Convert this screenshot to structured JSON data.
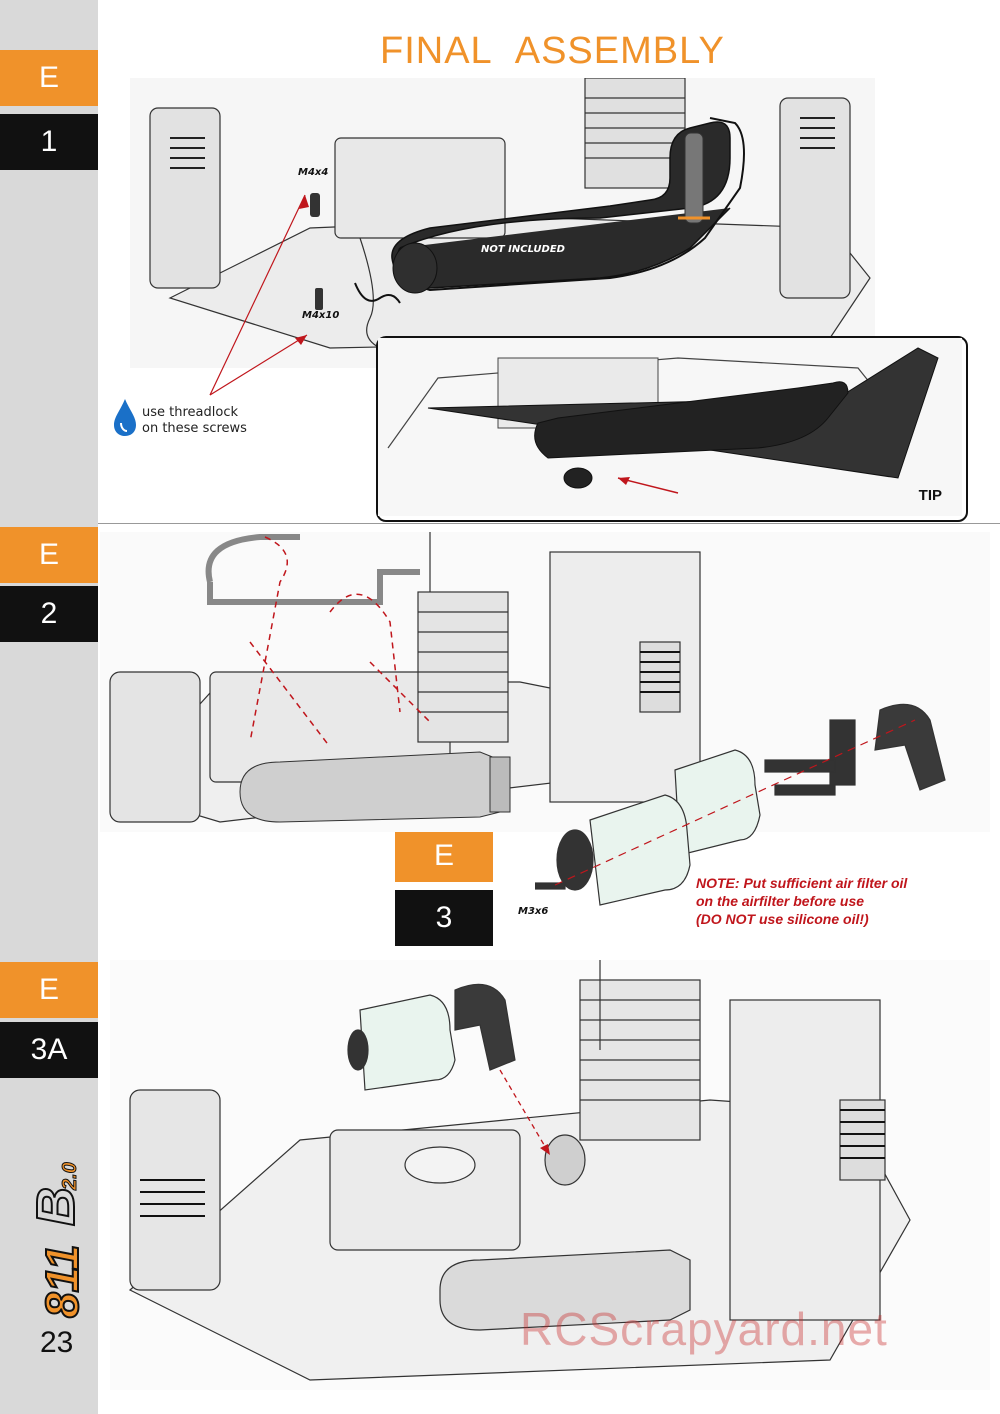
{
  "page": {
    "title": "FINAL   ASSEMBLY",
    "page_number": "23",
    "watermark": "RCScrapyard.net"
  },
  "steps": {
    "e1": {
      "letter": "E",
      "number": "1"
    },
    "e2": {
      "letter": "E",
      "number": "2"
    },
    "e3": {
      "letter": "E",
      "number": "3"
    },
    "e3a": {
      "letter": "E",
      "number": "3A"
    }
  },
  "section1": {
    "screw_top": "M4x4",
    "screw_bottom": "M4x10",
    "pipe_label": "NOT INCLUDED",
    "threadlock_line1": "use threadlock",
    "threadlock_line2": "on these screws",
    "tip_label": "TIP"
  },
  "section3": {
    "screw": "M3x6",
    "note_line1": "NOTE: Put sufficient air filter oil",
    "note_line2": "on the airfilter before use",
    "note_line3": "(DO NOT use silicone oil!)"
  },
  "logo": {
    "text": "811",
    "sub": "2.0",
    "letter": "B"
  },
  "colors": {
    "accent": "#f0922a",
    "dark": "#111111",
    "note": "#c0161c",
    "sidebar": "#d9d9d9"
  }
}
